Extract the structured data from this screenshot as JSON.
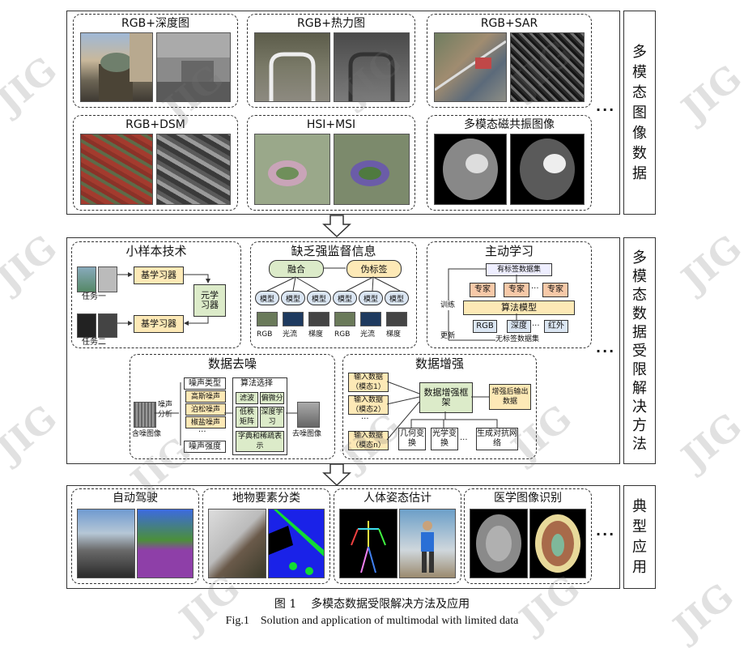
{
  "sections": {
    "data": {
      "label": "多模态图像数据",
      "panels": [
        "RGB+深度图",
        "RGB+热力图",
        "RGB+SAR",
        "RGB+DSM",
        "HSI+MSI",
        "多模态磁共振图像"
      ],
      "more": "···"
    },
    "methods": {
      "label": "多模态数据受限解决方法",
      "more": "···",
      "few_shot": {
        "title": "小样本技术",
        "learner": "基学习器",
        "meta": "元学习器",
        "task1": "任务一",
        "task2": "任务二"
      },
      "weak": {
        "title": "缺乏强监督信息",
        "fusion": "融合",
        "pseudo": "伪标签",
        "model": "模型",
        "mods": [
          "RGB",
          "光流",
          "梯度",
          "RGB",
          "光流",
          "梯度"
        ]
      },
      "active": {
        "title": "主动学习",
        "labeled": "有标签数据集",
        "expert": "专家",
        "algo": "算法模型",
        "mods": [
          "RGB",
          "深度",
          "红外"
        ],
        "unlabeled": "无标签数据集",
        "train": "训练",
        "update": "更新",
        "ellipsis": "···"
      },
      "denoise": {
        "title": "数据去噪",
        "noisy_img": "含噪图像",
        "noise_analysis": "噪声分析",
        "noise_type": "噪声类型",
        "noises": [
          "高斯噪声",
          "泊松噪声",
          "椒盐噪声"
        ],
        "noise_strength": "噪声强度",
        "algo_select": "算法选择",
        "algos": [
          "滤波",
          "偏微分",
          "低秩矩阵",
          "深度学习",
          "字典和稀疏表示"
        ],
        "clean_img": "去噪图像",
        "ellipsis": "···"
      },
      "augment": {
        "title": "数据增强",
        "inputs": [
          "输入数据（模态1）",
          "输入数据（模态2）",
          "输入数据（模态n）"
        ],
        "framework": "数据增强框架",
        "output": "增强后输出数据",
        "ops": [
          "几何变换",
          "光学变换",
          "生成对抗网络"
        ],
        "ellipsis": "···"
      }
    },
    "applications": {
      "label": "典型应用",
      "panels": [
        "自动驾驶",
        "地物要素分类",
        "人体姿态估计",
        "医学图像识别"
      ],
      "more": "···"
    }
  },
  "caption": {
    "zh": "图 1    多模态数据受限解决方法及应用",
    "en": "Fig.1    Solution and application of multimodal with limited data"
  },
  "watermark": "JIG",
  "colors": {
    "yellow": "#fde9b6",
    "green": "#dcebc9",
    "blue_panel": "#dbe6f3",
    "border": "#333333"
  }
}
